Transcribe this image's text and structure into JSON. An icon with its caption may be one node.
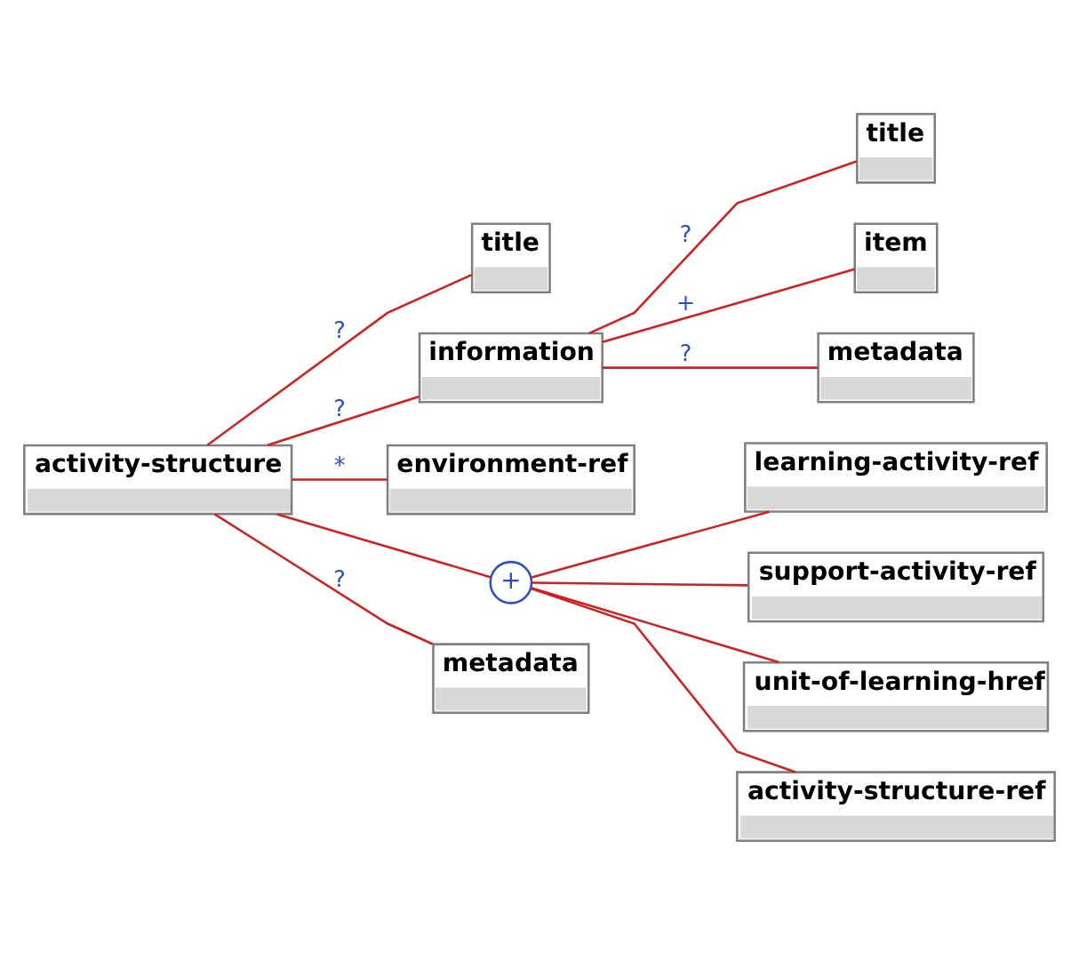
{
  "diagram": {
    "nodes": [
      {
        "text": [
          "activity-structure"
        ]
      },
      {
        "text": [
          "title"
        ]
      },
      {
        "text": [
          "information"
        ]
      },
      {
        "text": [
          "title"
        ]
      },
      {
        "text": [
          "item"
        ]
      },
      {
        "text": [
          "metadata"
        ]
      },
      {
        "text": [
          "environment-ref"
        ]
      },
      {
        "text": [
          "+"
        ]
      },
      {
        "text": [
          "learning-activity-ref"
        ]
      },
      {
        "text": [
          "support-activity-ref"
        ]
      },
      {
        "text": [
          "unit-of-learning-href"
        ]
      },
      {
        "text": [
          "activity-structure-ref"
        ]
      },
      {
        "text": [
          "metadata"
        ]
      }
    ],
    "edges": [
      {
        "from": 0,
        "to": 1,
        "arrow": "none",
        "label": "?"
      },
      {
        "from": 0,
        "to": 2,
        "arrow": "none",
        "label": "?"
      },
      {
        "from": 2,
        "to": 3,
        "arrow": "none",
        "label": "?"
      },
      {
        "from": 2,
        "to": 4,
        "arrow": "none",
        "label": "+"
      },
      {
        "from": 2,
        "to": 5,
        "arrow": "none",
        "label": "?"
      },
      {
        "from": 0,
        "to": 6,
        "arrow": "none",
        "label": "*"
      },
      {
        "from": 0,
        "to": 7,
        "arrow": "none"
      },
      {
        "from": 7,
        "to": 8,
        "arrow": "none"
      },
      {
        "from": 7,
        "to": 9,
        "arrow": "none"
      },
      {
        "from": 7,
        "to": 10,
        "arrow": "none"
      },
      {
        "from": 7,
        "to": 11,
        "arrow": "none"
      },
      {
        "from": 0,
        "to": 12,
        "arrow": "none",
        "label": "?"
      }
    ]
  }
}
